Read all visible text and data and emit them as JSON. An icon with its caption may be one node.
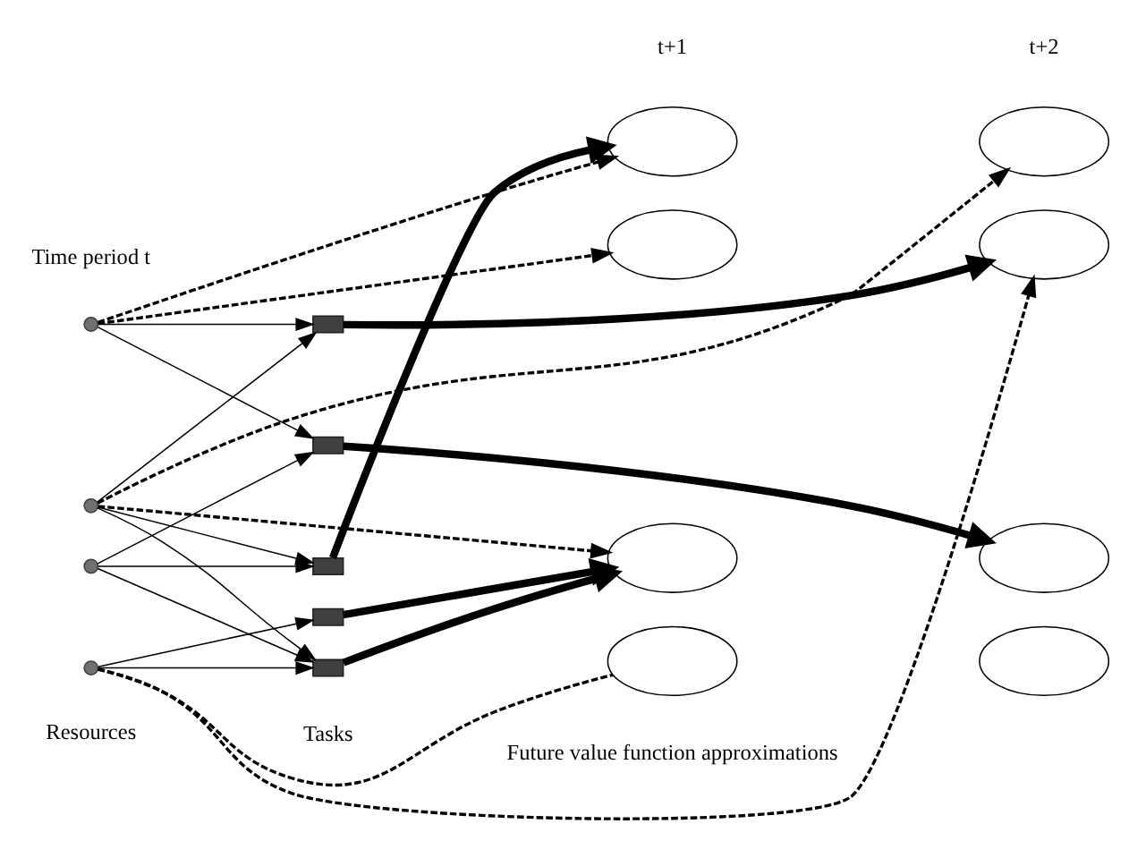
{
  "diagram": {
    "nodes": [
      {
        "text": [],
        "shape": "circle"
      },
      {
        "text": [],
        "shape": "circle"
      },
      {
        "text": [],
        "shape": "circle"
      },
      {
        "text": [],
        "shape": "circle"
      },
      {
        "text": [],
        "shape": "box"
      },
      {
        "text": [],
        "shape": "box"
      },
      {
        "text": [],
        "shape": "box"
      },
      {
        "text": [],
        "shape": "box"
      },
      {
        "text": [],
        "shape": "box"
      },
      {
        "text": [],
        "shape": "ellipse"
      },
      {
        "text": [],
        "shape": "ellipse"
      },
      {
        "text": [],
        "shape": "ellipse"
      },
      {
        "text": [],
        "shape": "ellipse"
      },
      {
        "text": [],
        "shape": "ellipse"
      },
      {
        "text": [],
        "shape": "ellipse"
      },
      {
        "text": [],
        "shape": "ellipse"
      },
      {
        "text": [],
        "shape": "ellipse"
      }
    ],
    "edges": [
      {
        "from": 0,
        "to": 4,
        "arrow": "to"
      },
      {
        "from": 0,
        "to": 5,
        "arrow": "to"
      },
      {
        "from": 1,
        "to": 4,
        "arrow": "to"
      },
      {
        "from": 1,
        "to": 6,
        "arrow": "to"
      },
      {
        "from": 1,
        "to": 8,
        "arrow": "to"
      },
      {
        "from": 2,
        "to": 5,
        "arrow": "to"
      },
      {
        "from": 2,
        "to": 6,
        "arrow": "to"
      },
      {
        "from": 2,
        "to": 8,
        "arrow": "to"
      },
      {
        "from": 3,
        "to": 7,
        "arrow": "to"
      },
      {
        "from": 3,
        "to": 8,
        "arrow": "to"
      },
      {
        "from": 4,
        "to": 14,
        "arrow": "to",
        "style": "thick"
      },
      {
        "from": 5,
        "to": 15,
        "arrow": "to",
        "style": "thick"
      },
      {
        "from": 6,
        "to": 9,
        "arrow": "to",
        "style": "thick"
      },
      {
        "from": 7,
        "to": 11,
        "arrow": "to",
        "style": "thick"
      },
      {
        "from": 8,
        "to": 11,
        "arrow": "to",
        "style": "thick"
      },
      {
        "from": 0,
        "to": 9,
        "arrow": "to",
        "style": "dashed"
      },
      {
        "from": 0,
        "to": 10,
        "arrow": "to",
        "style": "dashed"
      },
      {
        "from": 1,
        "to": 13,
        "arrow": "to",
        "style": "dashed"
      },
      {
        "from": 1,
        "to": 11,
        "arrow": "to",
        "style": "dashed"
      },
      {
        "from": 3,
        "to": 14,
        "arrow": "to",
        "style": "dashed"
      },
      {
        "from": 3,
        "to": 12,
        "arrow": "none",
        "style": "dashed"
      }
    ],
    "labels": [
      "Time period t",
      "t+1",
      "t+2",
      "Resources",
      "Tasks",
      "Future value function approximations"
    ]
  }
}
